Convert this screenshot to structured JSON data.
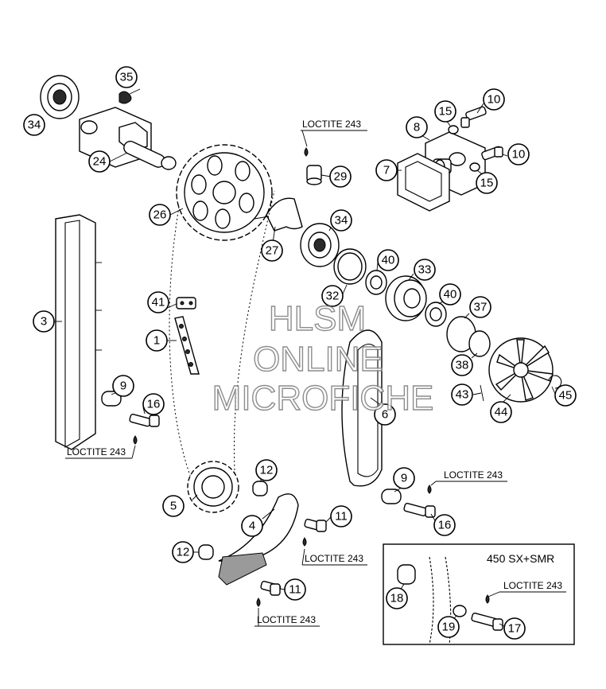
{
  "callouts": [
    "1",
    "3",
    "4",
    "5",
    "6",
    "7",
    "8",
    "9",
    "9",
    "10",
    "10",
    "11",
    "11",
    "12",
    "12",
    "15",
    "15",
    "16",
    "16",
    "17",
    "18",
    "19",
    "24",
    "26",
    "27",
    "29",
    "32",
    "33",
    "34",
    "34",
    "35",
    "37",
    "38",
    "40",
    "40",
    "41",
    "43",
    "44",
    "45"
  ],
  "loctite_label": "LOCTITE 243",
  "inset": {
    "title": "450 SX+SMR"
  },
  "watermark": {
    "line1": "HLSM",
    "line2": "ONLINE",
    "line3": "MICROFICHE"
  }
}
